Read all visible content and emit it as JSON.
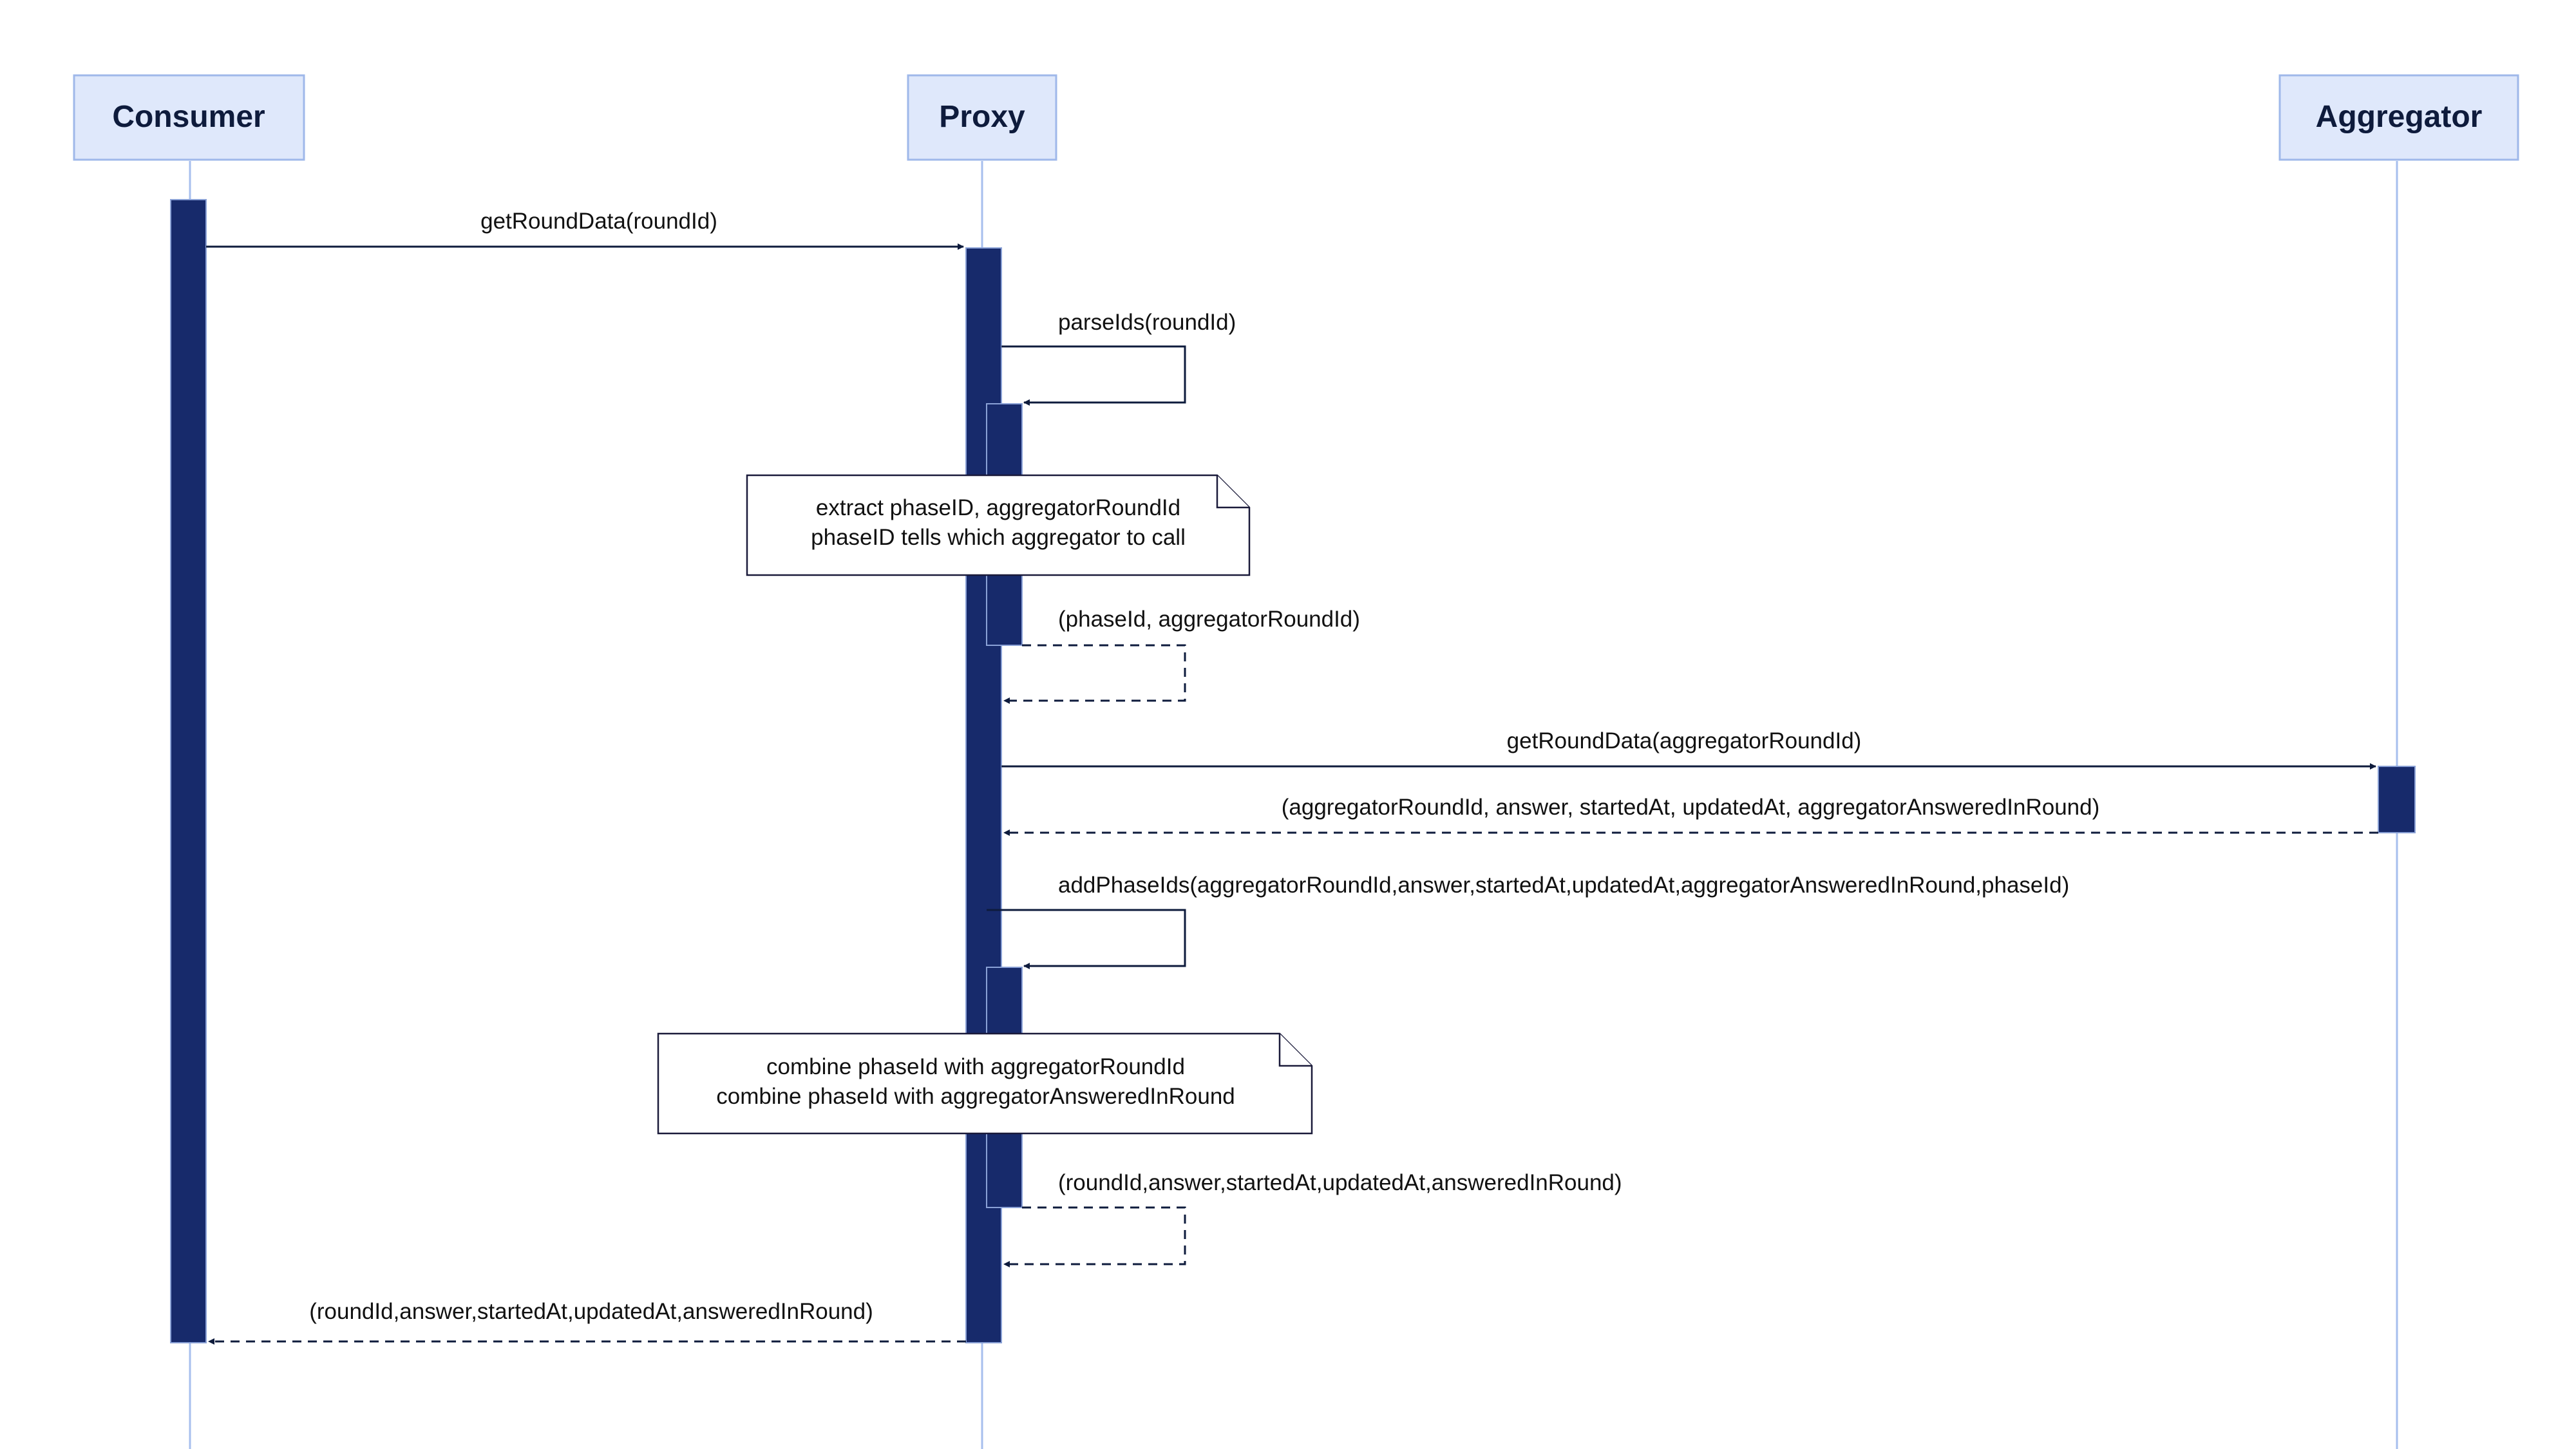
{
  "actors": [
    {
      "id": "consumer",
      "label": "Consumer"
    },
    {
      "id": "proxy",
      "label": "Proxy"
    },
    {
      "id": "aggregator",
      "label": "Aggregator"
    }
  ],
  "messages": [
    {
      "id": "m1",
      "label": "getRoundData(roundId)",
      "from": "consumer",
      "to": "proxy",
      "style": "solid"
    },
    {
      "id": "m2",
      "label": "parseIds(roundId)",
      "from": "proxy",
      "to": "proxy",
      "style": "solid"
    },
    {
      "id": "m3",
      "label": "(phaseId, aggregatorRoundId)",
      "from": "proxy",
      "to": "proxy",
      "style": "dashed"
    },
    {
      "id": "m4",
      "label": "getRoundData(aggregatorRoundId)",
      "from": "proxy",
      "to": "aggregator",
      "style": "solid"
    },
    {
      "id": "m5",
      "label": "(aggregatorRoundId, answer, startedAt, updatedAt, aggregatorAnsweredInRound)",
      "from": "aggregator",
      "to": "proxy",
      "style": "dashed"
    },
    {
      "id": "m6",
      "label": "addPhaseIds(aggregatorRoundId,answer,startedAt,updatedAt,aggregatorAnsweredInRound,phaseId)",
      "from": "proxy",
      "to": "proxy",
      "style": "solid"
    },
    {
      "id": "m7",
      "label": "(roundId,answer,startedAt,updatedAt,answeredInRound)",
      "from": "proxy",
      "to": "proxy",
      "style": "dashed"
    },
    {
      "id": "m8",
      "label": "(roundId,answer,startedAt,updatedAt,answeredInRound)",
      "from": "proxy",
      "to": "consumer",
      "style": "dashed"
    }
  ],
  "notes": [
    {
      "id": "n1",
      "lines": [
        "extract phaseID, aggregatorRoundId",
        "phaseID tells which aggregator to call"
      ]
    },
    {
      "id": "n2",
      "lines": [
        "combine phaseId with aggregatorRoundId",
        "combine phaseId with aggregatorAnsweredInRound"
      ]
    }
  ]
}
